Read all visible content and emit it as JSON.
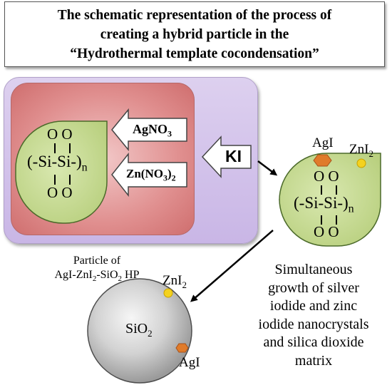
{
  "title": {
    "line1": "The schematic representation of the process of",
    "line2": "creating a hybrid particle in the",
    "line3": "“Hydrothermal template cocondensation”"
  },
  "reagents": {
    "agno3": {
      "base": "AgNO",
      "sub": "3"
    },
    "zn_nitrate": {
      "base": "Zn(NO",
      "sub": "3",
      "tail": ")",
      "sub2": "2"
    },
    "ki": "KI"
  },
  "silica_unit": {
    "top": "O  O",
    "chain": "(-Si-Si-)",
    "n": "n",
    "bottom": "O  O"
  },
  "labels": {
    "agi_top": "AgI",
    "zni2_top": {
      "base": "ZnI",
      "sub": "2"
    },
    "particle_caption_line1": "Particle of",
    "particle_caption_line2": {
      "a": "AgI-ZnI",
      "a_sub": "2",
      "b": "-SiO",
      "b_sub": "2",
      "c": " HP"
    },
    "zni2_bottom": {
      "base": "ZnI",
      "sub": "2"
    },
    "sio2": {
      "base": "SiO",
      "sub": "2"
    },
    "agi_bottom": "AgI"
  },
  "description": [
    "Simultaneous",
    "growth of silver",
    "iodide and zinc",
    "iodide nanocrystals",
    "and silica dioxide",
    "matrix"
  ],
  "colors": {
    "droplet_fill": "#c8dc98",
    "droplet_stroke": "#4b6a2a",
    "sphere_light": "#f4f4f4",
    "sphere_dark": "#9a9a9a",
    "agi_dot": "#e07b2a",
    "zni2_dot": "#f4d21f"
  }
}
